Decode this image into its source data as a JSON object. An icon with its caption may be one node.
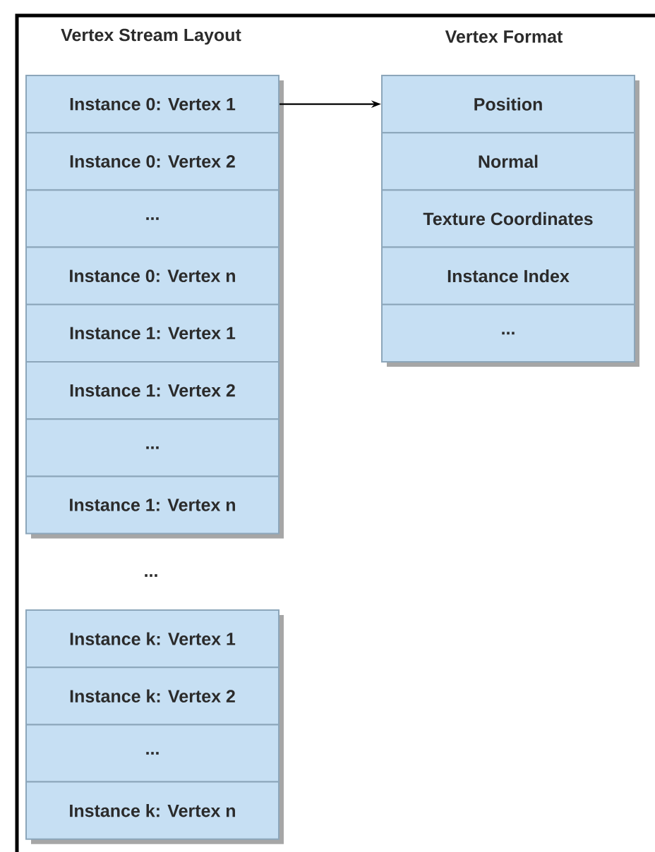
{
  "diagram": {
    "nodes": [
      {
        "text": [
          "Instance 0: Vertex 1"
        ]
      },
      {
        "text": [
          "Instance 0: Vertex 2"
        ]
      },
      {
        "text": [
          "..."
        ]
      },
      {
        "text": [
          "Instance 0: Vertex n"
        ]
      },
      {
        "text": [
          "Instance 1: Vertex 1"
        ]
      },
      {
        "text": [
          "Instance 1: Vertex 2"
        ]
      },
      {
        "text": [
          "..."
        ]
      },
      {
        "text": [
          "Instance 1: Vertex n"
        ]
      },
      {
        "text": [
          "Instance k: Vertex 1"
        ]
      },
      {
        "text": [
          "Instance k: Vertex 2"
        ]
      },
      {
        "text": [
          "..."
        ]
      },
      {
        "text": [
          "Instance k: Vertex n"
        ]
      },
      {
        "text": [
          "Position"
        ]
      },
      {
        "text": [
          "Normal"
        ]
      },
      {
        "text": [
          "Texture Coordinates"
        ]
      },
      {
        "text": [
          "Instance Index"
        ]
      },
      {
        "text": [
          "..."
        ]
      }
    ],
    "edges": [
      {
        "from": 0,
        "to": 12,
        "arrow": "to"
      }
    ],
    "labels": [
      "Vertex Stream Layout",
      "Vertex Format",
      "..."
    ]
  }
}
